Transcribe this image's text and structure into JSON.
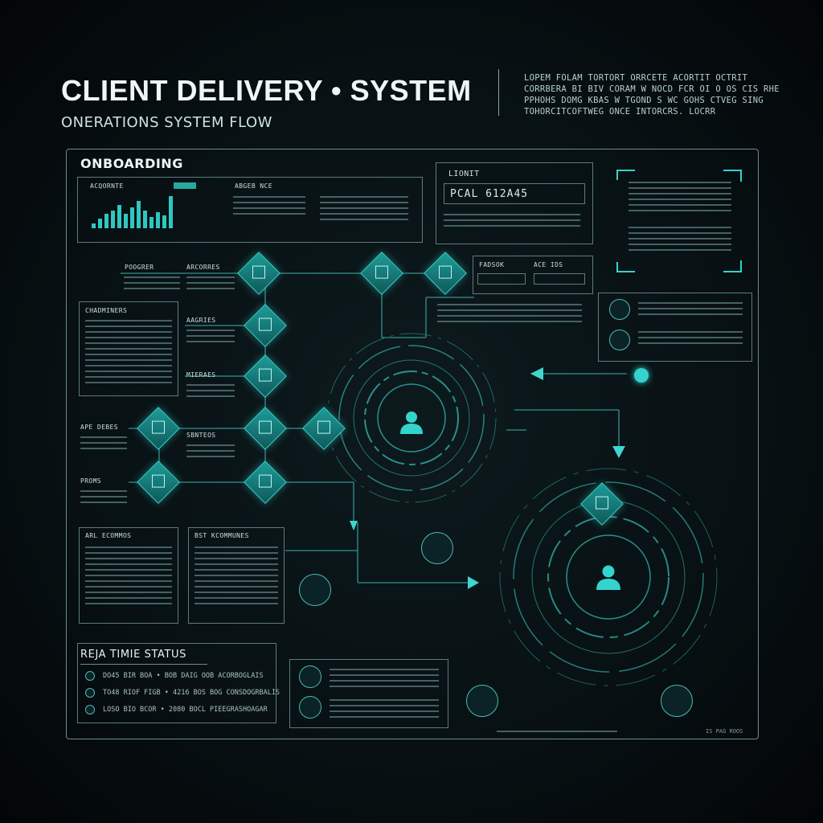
{
  "header": {
    "title": "CLIENT DELIVERY • SYSTEM",
    "subtitle": "ONERATIONS SYSTEM FLOW",
    "description_lines": [
      "LOPEM FOLAM TORTORT ORRCETE ACORTIT OCTRIT",
      "CORRBERA  BI BIV  CORAM  W  NOCD  FCR OI  O  OS CIS  RHE",
      "PPHOHS  DOMG KBAS  W TGOND  S WC GOHS CTVEG  SING",
      "TOHORCITCOFTWEG  ONCE  INTORCRS.  LOCRR"
    ]
  },
  "board": {
    "section_label": "ONBOARDING",
    "panels": {
      "acquisition": {
        "label": "ACQORNTE",
        "badge": "",
        "sublabel": "ABGEB NCE"
      },
      "account": {
        "label": "LIONIT",
        "value": "PCAL 612A45"
      },
      "node_labels": {
        "n1": "POOGRER",
        "n2": "ARCORRES",
        "n3": "AAGRIES",
        "n4": "MIERAES",
        "n5": "APE DEBES",
        "n6": "SBNTEOS",
        "n7": "PROMS",
        "n8": "FADSOK",
        "n9": "ACE IDS"
      },
      "left_docs": {
        "title": "CHADMINERS"
      },
      "lower_docs": [
        {
          "title": "ARL ECOMMOS"
        },
        {
          "title": "BST KCOMMUNES"
        }
      ]
    },
    "realtime": {
      "title": "REJA TIMIE STATUS",
      "rows": [
        "DO45 BIR BOA  •  BOB  DAIG OOB ACORBOGLAIS",
        "TO48 RIOF FIGB  •  4216  BOS BOG CONSDOGRBALIS",
        "LOSO BIO BCOR  •  2080  BOCL PIEEGRASHOAGAR"
      ]
    },
    "footer_right": "IS PAG  ROOS"
  },
  "colors": {
    "accent": "#33d4cd",
    "panel_border": "#5d7b7e",
    "background": "#081114"
  }
}
